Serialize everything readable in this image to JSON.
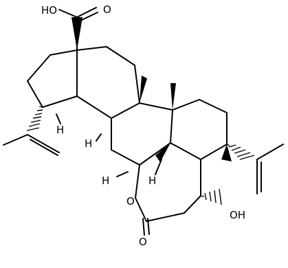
{
  "molecule": {
    "labels": {
      "acid_oh": "HO",
      "acid_o": "O",
      "hydroxyl": "OH",
      "ring_o": "O",
      "lactone_o": "O",
      "h": "H"
    },
    "colors": {
      "bond": "#000000",
      "background": "#ffffff"
    }
  }
}
